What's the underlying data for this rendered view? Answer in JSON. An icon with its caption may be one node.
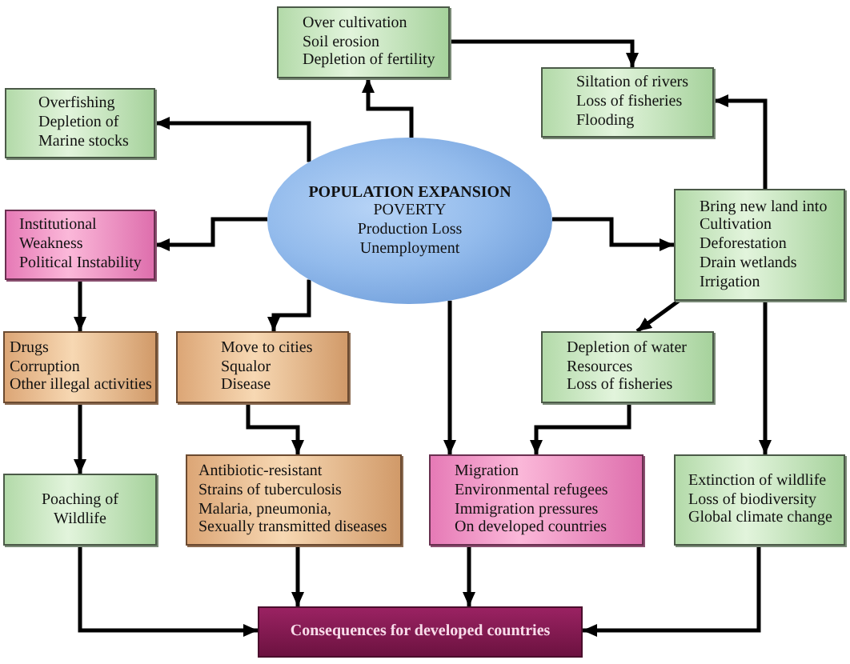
{
  "diagram": {
    "nodes": [
      {
        "text": [
          "POPULATION EXPANSION",
          "POVERTY",
          "Production Loss",
          "Unemployment"
        ]
      },
      {
        "text": [
          "Over cultivation",
          "Soil erosion",
          "Depletion of fertility"
        ]
      },
      {
        "text": [
          "Siltation of rivers",
          "Loss of fisheries",
          "Flooding"
        ]
      },
      {
        "text": [
          "Overfishing",
          "Depletion of Marine stocks"
        ]
      },
      {
        "text": [
          "Institutional Weakness",
          "Political Instability"
        ]
      },
      {
        "text": [
          "Bring new land into Cultivation",
          "Deforestation",
          "Drain wetlands",
          "Irrigation"
        ]
      },
      {
        "text": [
          "Drugs",
          "Corruption",
          "Other illegal activities"
        ]
      },
      {
        "text": [
          "Move to cities",
          "Squalor",
          "Disease"
        ]
      },
      {
        "text": [
          "Depletion of water Resources",
          "Loss of fisheries"
        ]
      },
      {
        "text": [
          "Poaching of Wildlife"
        ]
      },
      {
        "text": [
          "Antibiotic-resistant Strains of tuberculosis",
          "Malaria, pneumonia,",
          "Sexually transmitted diseases"
        ]
      },
      {
        "text": [
          "Migration",
          "Environmental refugees",
          "Immigration pressures On developed countries"
        ]
      },
      {
        "text": [
          "Extinction of wildlife",
          "Loss of biodiversity",
          "Global climate change"
        ]
      },
      {
        "text": [
          "Consequences for developed countries"
        ]
      }
    ],
    "edges": [
      {
        "from": 0,
        "to": 1,
        "arrow": "to"
      },
      {
        "from": 1,
        "to": 2,
        "arrow": "to"
      },
      {
        "from": 0,
        "to": 3,
        "arrow": "to"
      },
      {
        "from": 0,
        "to": 4,
        "arrow": "to"
      },
      {
        "from": 0,
        "to": 5,
        "arrow": "to"
      },
      {
        "from": 0,
        "to": 7,
        "arrow": "to"
      },
      {
        "from": 0,
        "to": 11,
        "arrow": "to"
      },
      {
        "from": 5,
        "to": 2,
        "arrow": "to"
      },
      {
        "from": 5,
        "to": 8,
        "arrow": "to"
      },
      {
        "from": 5,
        "to": 12,
        "arrow": "to"
      },
      {
        "from": 4,
        "to": 6,
        "arrow": "to"
      },
      {
        "from": 6,
        "to": 9,
        "arrow": "to"
      },
      {
        "from": 7,
        "to": 10,
        "arrow": "to"
      },
      {
        "from": 8,
        "to": 11,
        "arrow": "to"
      },
      {
        "from": 9,
        "to": 13,
        "arrow": "to"
      },
      {
        "from": 10,
        "to": 13,
        "arrow": "to"
      },
      {
        "from": 11,
        "to": 13,
        "arrow": "to"
      },
      {
        "from": 12,
        "to": 13,
        "arrow": "to"
      }
    ]
  }
}
